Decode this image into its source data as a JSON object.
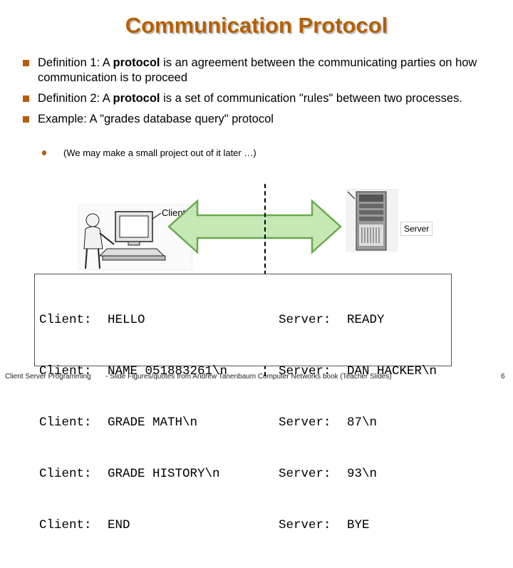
{
  "slide": {
    "title": "Communication Protocol",
    "bullets": [
      {
        "pre": "Definition 1: A ",
        "bold": "protocol",
        "post": " is an agreement between the communicating parties on how communication is to proceed"
      },
      {
        "pre": "Definition 2: A ",
        "bold": "protocol",
        "post": " is a set of communication \"rules\" between two processes."
      },
      {
        "pre": "Example: A \"grades database query\" protocol",
        "bold": "",
        "post": ""
      }
    ],
    "sub_bullet": "(We may make a small project out of it later …)",
    "diagram": {
      "client_label": "Client",
      "server_label": "Server"
    },
    "dialog": {
      "client": [
        {
          "label": "Client:",
          "msg": "HELLO"
        },
        {
          "label": "Client:",
          "msg": "NAME 051883261\\n"
        },
        {
          "label": "Client:",
          "msg": "GRADE MATH\\n"
        },
        {
          "label": "Client:",
          "msg": "GRADE HISTORY\\n"
        },
        {
          "label": "Client:",
          "msg": "END"
        }
      ],
      "server": [
        {
          "label": "Server:",
          "msg": "READY"
        },
        {
          "label": "Server:",
          "msg": "DAN HACKER\\n"
        },
        {
          "label": "Server:",
          "msg": "87\\n"
        },
        {
          "label": "Server:",
          "msg": "93\\n"
        },
        {
          "label": "Server:",
          "msg": "BYE"
        }
      ]
    },
    "footer": {
      "left": "Client Server Programming",
      "middle": "- Slide Figures/quotes from Andrew Tanenbaum Computer Networks book (Teacher Slides)",
      "page": "6"
    },
    "colors": {
      "accent": "#b45f06",
      "arrow_fill": "#c6e8b4",
      "arrow_stroke": "#6aa84f"
    }
  }
}
